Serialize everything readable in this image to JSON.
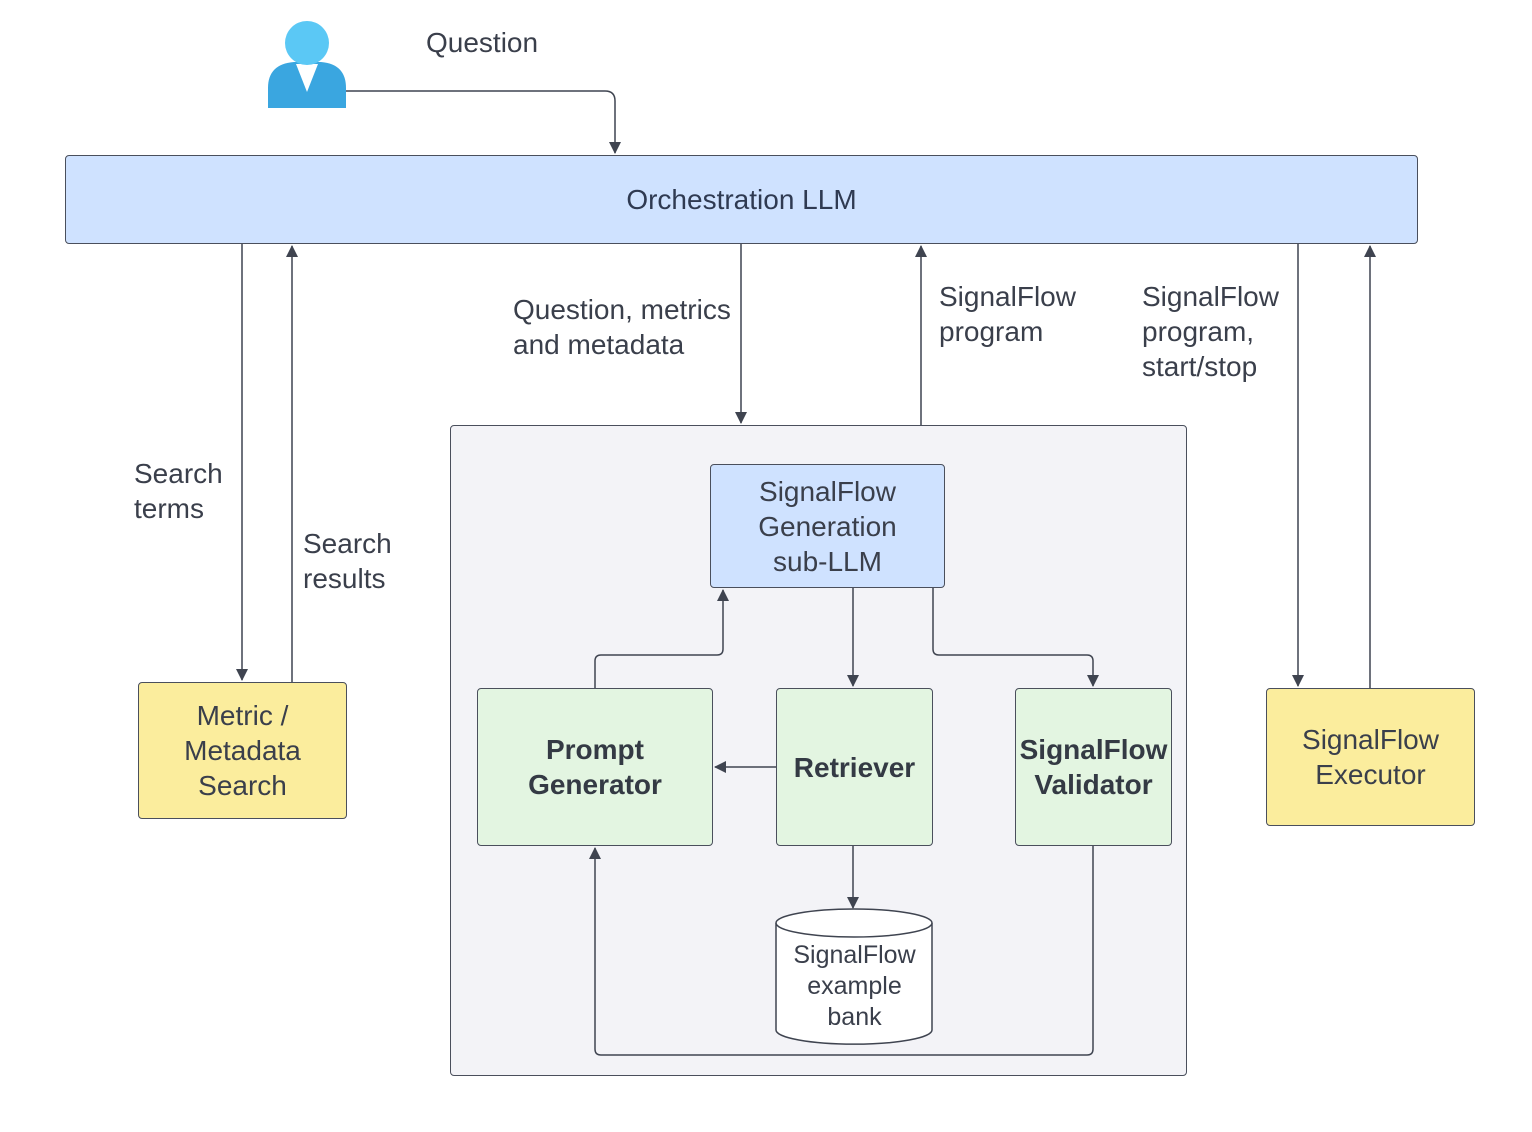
{
  "user": {
    "icon": "user-icon",
    "colors": {
      "head": "#5bc8f5",
      "body": "#3aa6e0"
    }
  },
  "nodes": {
    "orchestrator": "Orchestration LLM",
    "subllm": "SignalFlow\nGeneration\nsub-LLM",
    "metric_search": "Metric /\nMetadata\nSearch",
    "executor": "SignalFlow\nExecutor",
    "prompt_generator": "Prompt\nGenerator",
    "retriever": "Retriever",
    "validator": "SignalFlow\nValidator",
    "example_bank": "SignalFlow\nexample\nbank"
  },
  "edge_labels": {
    "question": "Question",
    "search_terms": "Search\nterms",
    "search_results": "Search\nresults",
    "question_metrics": "Question, metrics\nand metadata",
    "signalflow_program": "SignalFlow\nprogram",
    "program_startstop": "SignalFlow\nprogram,\nstart/stop"
  },
  "colors": {
    "blue_box": "#cfe2ff",
    "yellow_box": "#fbed9d",
    "green_box": "#e3f5e1",
    "container": "#f3f3f7",
    "line": "#3f4450"
  }
}
